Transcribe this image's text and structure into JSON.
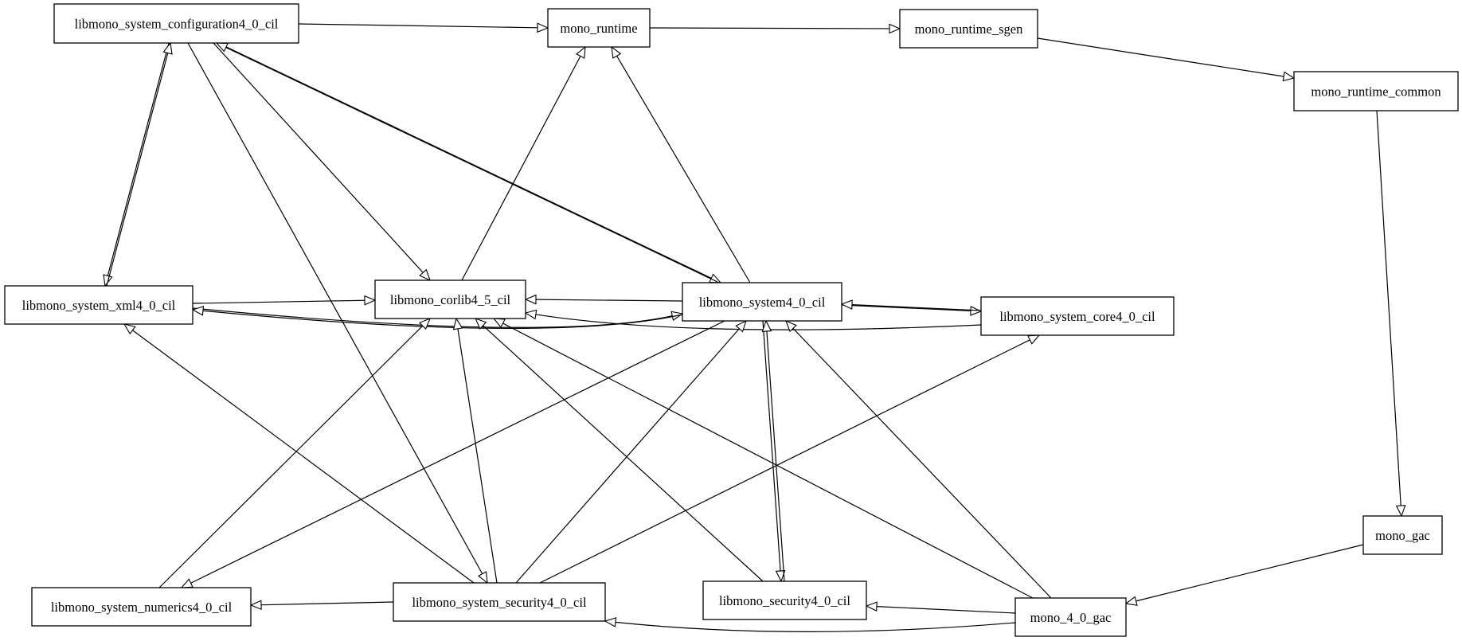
{
  "diagram": {
    "background": "#ffffff",
    "stroke_color": "#000000",
    "arrowhead": "open-triangle",
    "nodes": [
      {
        "id": "libmono_system_configuration4_0_cil",
        "label": "libmono_system_configuration4_0_cil"
      },
      {
        "id": "mono_runtime",
        "label": "mono_runtime"
      },
      {
        "id": "mono_runtime_sgen",
        "label": "mono_runtime_sgen"
      },
      {
        "id": "mono_runtime_common",
        "label": "mono_runtime_common"
      },
      {
        "id": "libmono_system_xml4_0_cil",
        "label": "libmono_system_xml4_0_cil"
      },
      {
        "id": "libmono_corlib4_5_cil",
        "label": "libmono_corlib4_5_cil"
      },
      {
        "id": "libmono_system4_0_cil",
        "label": "libmono_system4_0_cil"
      },
      {
        "id": "libmono_system_core4_0_cil",
        "label": "libmono_system_core4_0_cil"
      },
      {
        "id": "mono_gac",
        "label": "mono_gac"
      },
      {
        "id": "libmono_system_numerics4_0_cil",
        "label": "libmono_system_numerics4_0_cil"
      },
      {
        "id": "libmono_system_security4_0_cil",
        "label": "libmono_system_security4_0_cil"
      },
      {
        "id": "libmono_security4_0_cil",
        "label": "libmono_security4_0_cil"
      },
      {
        "id": "mono_4_0_gac",
        "label": "mono_4_0_gac"
      }
    ],
    "edges": [
      {
        "from": "libmono_system_configuration4_0_cil",
        "to": "mono_runtime"
      },
      {
        "from": "mono_runtime",
        "to": "mono_runtime_sgen"
      },
      {
        "from": "mono_runtime_sgen",
        "to": "mono_runtime_common"
      },
      {
        "from": "mono_runtime_common",
        "to": "mono_gac"
      },
      {
        "from": "mono_gac",
        "to": "mono_4_0_gac"
      },
      {
        "from": "libmono_system_configuration4_0_cil",
        "to": "libmono_system_xml4_0_cil"
      },
      {
        "from": "libmono_system_xml4_0_cil",
        "to": "libmono_system_configuration4_0_cil"
      },
      {
        "from": "libmono_system_configuration4_0_cil",
        "to": "libmono_corlib4_5_cil"
      },
      {
        "from": "libmono_system_configuration4_0_cil",
        "to": "libmono_system4_0_cil"
      },
      {
        "from": "libmono_system4_0_cil",
        "to": "libmono_system_configuration4_0_cil"
      },
      {
        "from": "libmono_system_configuration4_0_cil",
        "to": "libmono_system_security4_0_cil"
      },
      {
        "from": "libmono_corlib4_5_cil",
        "to": "mono_runtime"
      },
      {
        "from": "libmono_system4_0_cil",
        "to": "mono_runtime"
      },
      {
        "from": "libmono_system_xml4_0_cil",
        "to": "libmono_corlib4_5_cil"
      },
      {
        "from": "libmono_system4_0_cil",
        "to": "libmono_corlib4_5_cil"
      },
      {
        "from": "libmono_system_core4_0_cil",
        "to": "libmono_corlib4_5_cil"
      },
      {
        "from": "libmono_system_xml4_0_cil",
        "to": "libmono_system4_0_cil"
      },
      {
        "from": "libmono_system4_0_cil",
        "to": "libmono_system_xml4_0_cil"
      },
      {
        "from": "libmono_system4_0_cil",
        "to": "libmono_system_core4_0_cil"
      },
      {
        "from": "libmono_system_core4_0_cil",
        "to": "libmono_system4_0_cil"
      },
      {
        "from": "libmono_system4_0_cil",
        "to": "libmono_system_numerics4_0_cil"
      },
      {
        "from": "libmono_system_numerics4_0_cil",
        "to": "libmono_corlib4_5_cil"
      },
      {
        "from": "libmono_system_security4_0_cil",
        "to": "libmono_system_xml4_0_cil"
      },
      {
        "from": "libmono_system_security4_0_cil",
        "to": "libmono_corlib4_5_cil"
      },
      {
        "from": "libmono_system_security4_0_cil",
        "to": "libmono_system4_0_cil"
      },
      {
        "from": "libmono_system_security4_0_cil",
        "to": "libmono_system_core4_0_cil"
      },
      {
        "from": "libmono_system_security4_0_cil",
        "to": "libmono_system_numerics4_0_cil"
      },
      {
        "from": "libmono_security4_0_cil",
        "to": "libmono_corlib4_5_cil"
      },
      {
        "from": "libmono_system4_0_cil",
        "to": "libmono_security4_0_cil"
      },
      {
        "from": "libmono_security4_0_cil",
        "to": "libmono_system4_0_cil"
      },
      {
        "from": "mono_4_0_gac",
        "to": "libmono_corlib4_5_cil"
      },
      {
        "from": "mono_4_0_gac",
        "to": "libmono_system4_0_cil"
      },
      {
        "from": "mono_4_0_gac",
        "to": "libmono_security4_0_cil"
      },
      {
        "from": "mono_4_0_gac",
        "to": "libmono_system_security4_0_cil"
      }
    ]
  }
}
